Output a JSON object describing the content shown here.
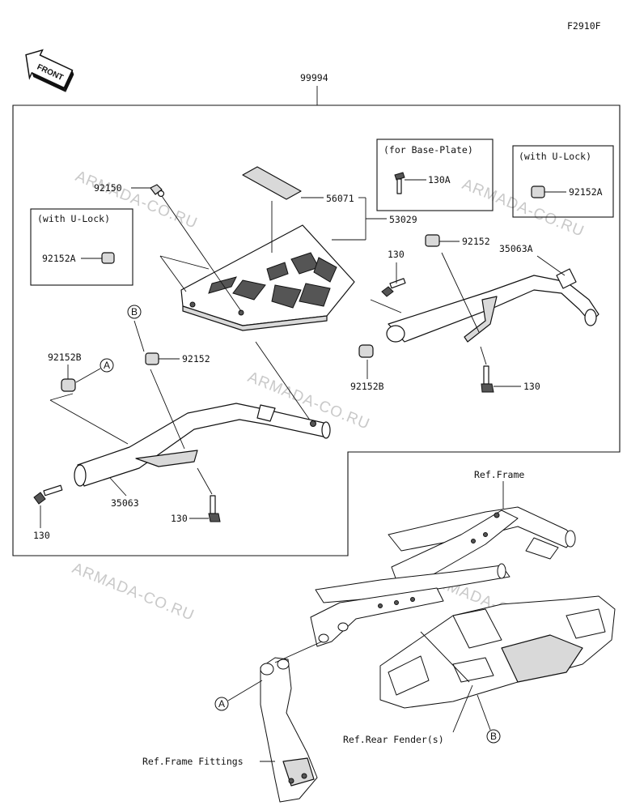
{
  "figure_code": "F2910F",
  "front_arrow": {
    "label": "FRONT"
  },
  "watermark": "ARMADA-CO.RU",
  "assembly_number": "99994",
  "insets": {
    "with_u_lock_left": "(with U-Lock)",
    "with_u_lock_right": "(with U-Lock)",
    "for_base_plate": "(for Base-Plate)"
  },
  "parts": {
    "p92150": "92150",
    "p56071": "56071",
    "p53029": "53029",
    "p92152A_left": "92152A",
    "p92152A_right": "92152A",
    "p130A": "130A",
    "p130_upper": "130",
    "p92152_right": "92152",
    "p35063A": "35063A",
    "p92152B_right": "92152B",
    "p130_right": "130",
    "p92152B_left": "92152B",
    "p92152_left": "92152",
    "p35063": "35063",
    "p130_bottom": "130",
    "p130_left": "130"
  },
  "callouts": {
    "a_upper": "A",
    "b_upper": "B",
    "a_lower": "A",
    "b_lower": "B"
  },
  "references": {
    "frame": "Ref.Frame",
    "rear_fender": "Ref.Rear Fender(s)",
    "frame_fittings": "Ref.Frame Fittings"
  }
}
